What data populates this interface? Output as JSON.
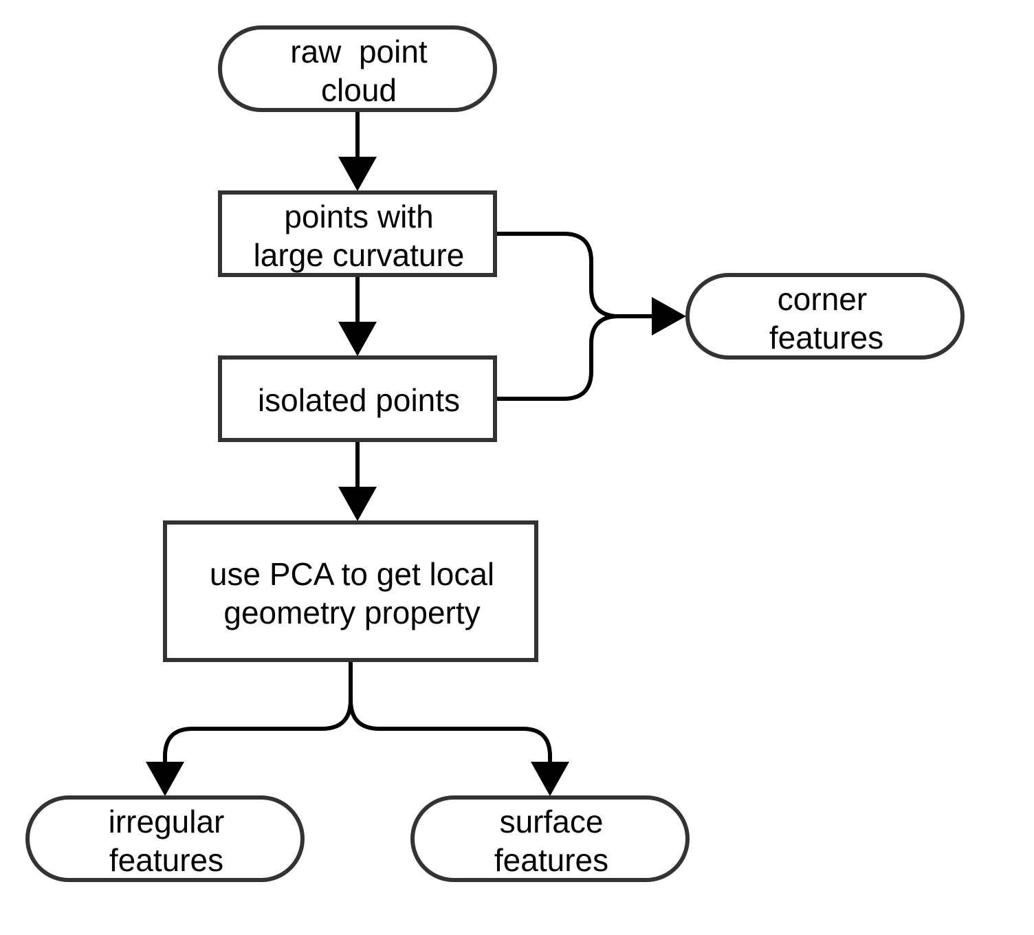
{
  "diagram": {
    "type": "flowchart",
    "nodes": {
      "raw_point_cloud": {
        "shape": "terminal",
        "lines": [
          "raw  point",
          "cloud"
        ]
      },
      "large_curvature": {
        "shape": "process",
        "lines": [
          "points with",
          "large curvature"
        ]
      },
      "isolated_points": {
        "shape": "process",
        "lines": [
          "isolated points"
        ]
      },
      "pca": {
        "shape": "process",
        "lines": [
          "use PCA to get local",
          "geometry property"
        ]
      },
      "corner_features": {
        "shape": "terminal",
        "lines": [
          "corner",
          "features"
        ]
      },
      "irregular_features": {
        "shape": "terminal",
        "lines": [
          "irregular",
          "features"
        ]
      },
      "surface_features": {
        "shape": "terminal",
        "lines": [
          "surface",
          "features"
        ]
      }
    },
    "edges": [
      {
        "from": "raw_point_cloud",
        "to": "large_curvature"
      },
      {
        "from": "large_curvature",
        "to": "isolated_points"
      },
      {
        "from": "isolated_points",
        "to": "pca"
      },
      {
        "from": "large_curvature",
        "to": "corner_features"
      },
      {
        "from": "isolated_points",
        "to": "corner_features"
      },
      {
        "from": "pca",
        "to": "irregular_features"
      },
      {
        "from": "pca",
        "to": "surface_features"
      }
    ]
  }
}
